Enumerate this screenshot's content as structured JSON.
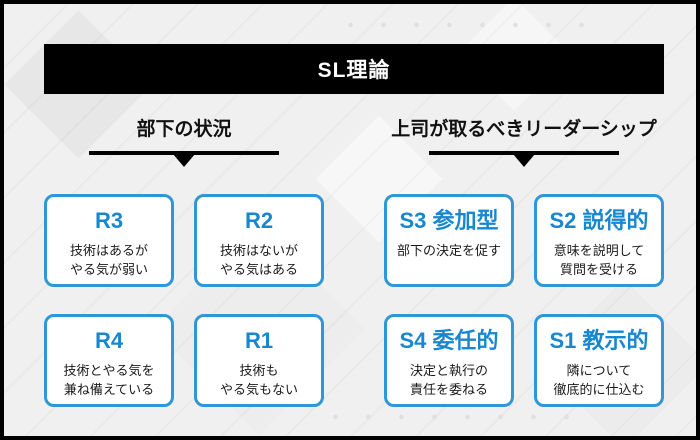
{
  "title_bar": {
    "label": "SL理論"
  },
  "colors": {
    "accent_text_blue": "#1787d0",
    "box_border_blue": "#2e97d9",
    "bar_black": "#000000",
    "background_gray": "#f0f0f0"
  },
  "left_section": {
    "header": "部下の状況",
    "boxes": [
      {
        "title": "R3",
        "desc": "技術はあるが\nやる気が弱い"
      },
      {
        "title": "R2",
        "desc": "技術はないが\nやる気はある"
      },
      {
        "title": "R4",
        "desc": "技術とやる気を\n兼ね備えている"
      },
      {
        "title": "R1",
        "desc": "技術も\nやる気もない"
      }
    ]
  },
  "right_section": {
    "header": "上司が取るべきリーダーシップ",
    "boxes": [
      {
        "title": "S3 参加型",
        "desc": "部下の決定を促す"
      },
      {
        "title": "S2 説得的",
        "desc": "意味を説明して\n質問を受ける"
      },
      {
        "title": "S4 委任的",
        "desc": "決定と執行の\n責任を委ねる"
      },
      {
        "title": "S1 教示的",
        "desc": "隣について\n徹底的に仕込む"
      }
    ]
  }
}
